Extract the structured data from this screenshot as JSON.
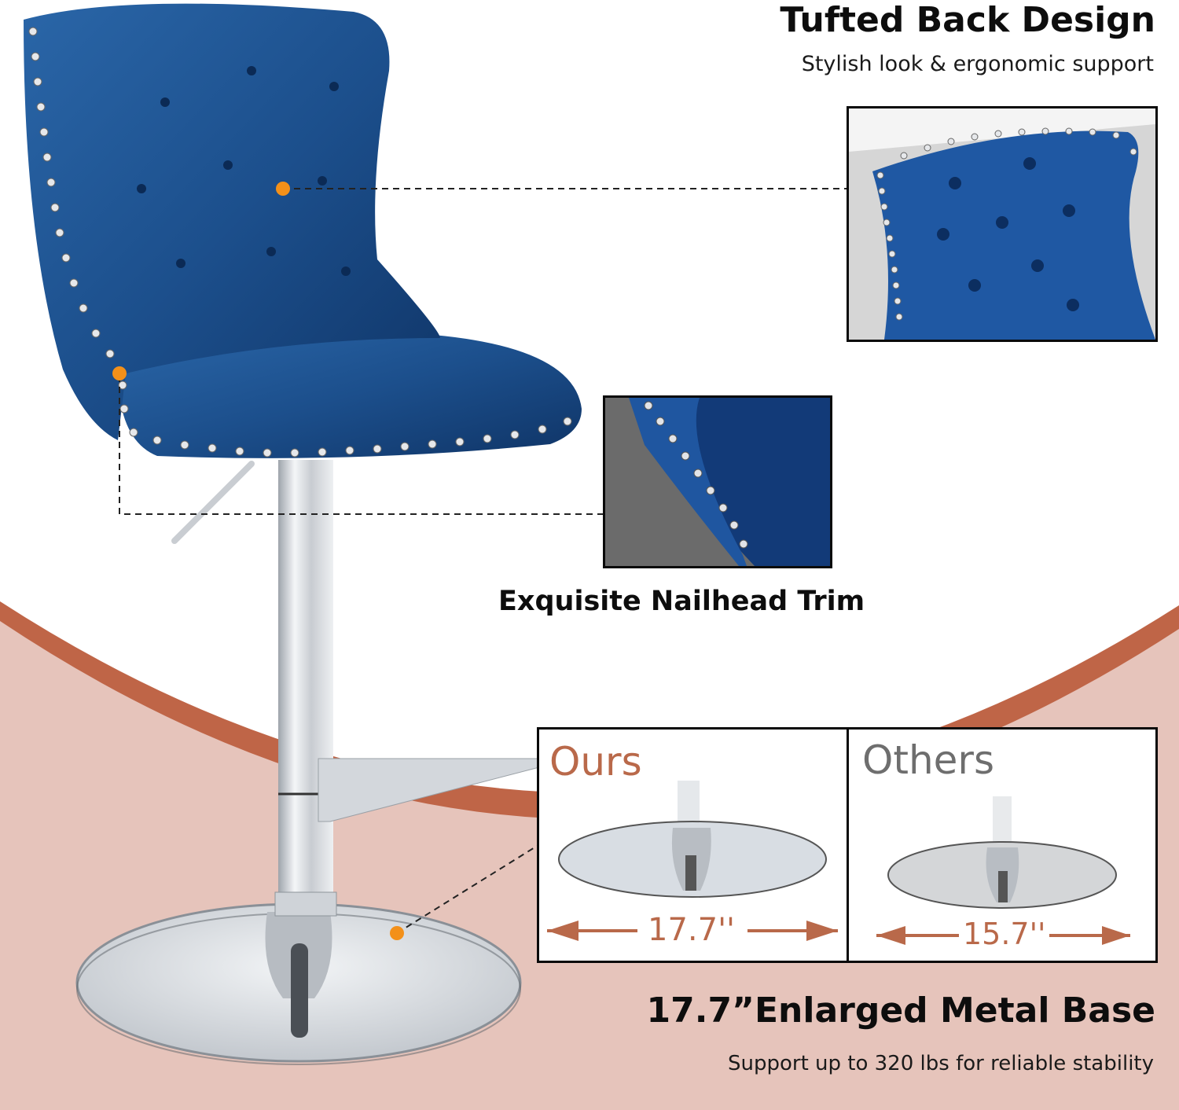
{
  "features": {
    "tufted_back": {
      "title": "Tufted Back Design",
      "subtitle": "Stylish look & ergonomic support"
    },
    "nailhead": {
      "title": "Exquisite Nailhead Trim"
    },
    "base": {
      "title": "17.7”Enlarged Metal Base",
      "subtitle": "Support up to 320 lbs for reliable stability"
    }
  },
  "comparison": {
    "ours": {
      "label": "Ours",
      "dimension": "17.7''",
      "color": "#b9694a"
    },
    "others": {
      "label": "Others",
      "dimension": "15.7''",
      "color": "#6e6e6e"
    }
  },
  "colors": {
    "velvet_blue": "#1c4f8c",
    "callout_dot": "#f39019",
    "arc_band": "#bf6547",
    "pink_bg": "#e6c4bb",
    "chrome": "#d9dde2"
  }
}
